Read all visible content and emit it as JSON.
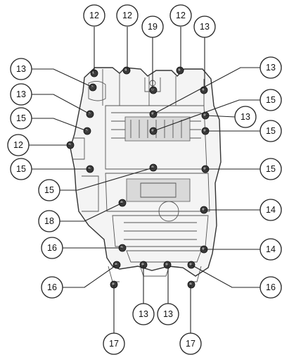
{
  "diagram": {
    "callouts": [
      {
        "id": "c01",
        "label": "12"
      },
      {
        "id": "c02",
        "label": "12"
      },
      {
        "id": "c03",
        "label": "19"
      },
      {
        "id": "c04",
        "label": "12"
      },
      {
        "id": "c05",
        "label": "13"
      },
      {
        "id": "c06",
        "label": "13"
      },
      {
        "id": "c07",
        "label": "13"
      },
      {
        "id": "c08",
        "label": "13"
      },
      {
        "id": "c09",
        "label": "15"
      },
      {
        "id": "c10",
        "label": "15"
      },
      {
        "id": "c11",
        "label": "13"
      },
      {
        "id": "c12",
        "label": "12"
      },
      {
        "id": "c13",
        "label": "15"
      },
      {
        "id": "c14",
        "label": "15"
      },
      {
        "id": "c15",
        "label": "15"
      },
      {
        "id": "c16",
        "label": "15"
      },
      {
        "id": "c17",
        "label": "18"
      },
      {
        "id": "c18",
        "label": "14"
      },
      {
        "id": "c19",
        "label": "16"
      },
      {
        "id": "c20",
        "label": "14"
      },
      {
        "id": "c21",
        "label": "16"
      },
      {
        "id": "c22",
        "label": "16"
      },
      {
        "id": "c23",
        "label": "13"
      },
      {
        "id": "c24",
        "label": "13"
      },
      {
        "id": "c25",
        "label": "17"
      },
      {
        "id": "c26",
        "label": "17"
      }
    ]
  }
}
